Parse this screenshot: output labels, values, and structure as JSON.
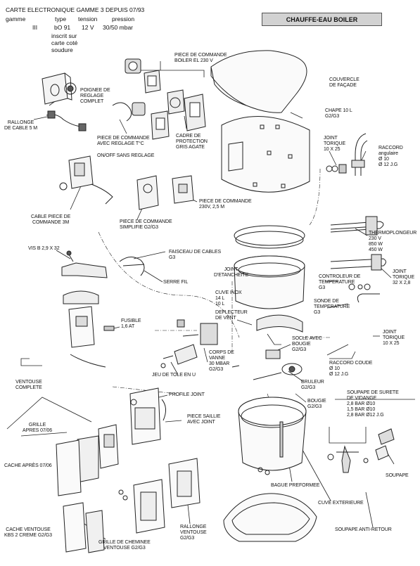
{
  "header": {
    "line1": "CARTE ELECTRONIQUE GAMME 3 DEPUIS 07/93",
    "columns": [
      "gamme",
      "type",
      "tension",
      "pression"
    ],
    "values": [
      "III",
      "bO 91",
      "12 V",
      "30/50 mbar"
    ],
    "note": "inscrit sur\ncarte coté\nsoudure"
  },
  "title": "CHAUFFE-EAU BOILER",
  "labels": {
    "poignee": "POIGNEE DE\nREGLAGE\nCOMPLET",
    "rallonge_cable": "RALLONGE\nDE CABLE 5 M",
    "piece_commande_boiler": "PIECE DE COMMANDE\nBOILER EL 230 V",
    "couvercle": "COUVERCLE\nDE FAÇADE",
    "chape": "CHAPE 10 L\nG2/G3",
    "piece_commande_reglage": "PIECE DE COMMANDE\nAVEC REGLAGE T°C",
    "cadre": "CADRE DE\nPROTECTION\nGRIS AGATE",
    "onoff": "ON/OFF SANS REGLAGE",
    "joint_torique_1": "JOINT\nTORIQUE\n10 X 25",
    "raccord_angulaire": "RACCORD\nangulaire\nØ 10\nØ 12 J.G",
    "cable_piece": "CABLE PIECE DE\nCOMMANDE 3M",
    "piece_commande_simplifie": "PIECE DE COMMANDE\nSIMPLIFIE G2/G3",
    "piece_commande_230": "PIECE DE COMMANDE\n230V, 2,5 M",
    "thermoplongeur": "THERMOPLONGEUR\n230 V\n850 W\n450 W",
    "vis": "VIS B 2,9 X 32",
    "faisceau": "FAISCEAU DE CABLES\nG3",
    "serre_fil": "SERRE FIL",
    "joint_etancheite": "JOINT\nD'ETANCHEITE",
    "controleur": "CONTROLEUR DE\nTEMPERATURE\nG3",
    "joint_torique_2": "JOINT\nTORIQUE\n32 X 2,8",
    "cuve_inox": "CUVE INOX\n14 L\n10 L",
    "sonde": "SONDE DE\nTEMPERATURE\nG3",
    "fusible": "FUSIBLE\n1,6 AT",
    "deflecteur": "DEFLECTEUR\nDE VENT",
    "joint_torique_3": "JOINT\nTORIQUE\n10 X 25",
    "socle": "SOCLE AVEC\nBOUGIE\nG2/G3",
    "corps_vanne": "CORPS DE\nVANNE\n30 MBAR\nG2/G3",
    "jeu_tole": "JEU DE TOLE EN U",
    "raccord_coude": "RACCORD COUDE\nØ 10\nØ 12 J.G",
    "bruleur": "BRULEUR\nG2/G3",
    "ventouse_complete": "VENTOUSE\nCOMPLETE",
    "profile_joint": "PROFILE JOINT",
    "bougie": "BOUGIE\nG2/G3",
    "soupape_surete": "SOUPAPE DE SURETE\nDE VIDANGE\n2,8 BAR Ø10\n1,5 BAR Ø10\n2,8 BAR Ø12 J.G",
    "grille": "GRILLE\nAPRES 07/06",
    "piece_saillie": "PIECE SAILLIE\nAVEC JOINT",
    "cache_apres": "CACHE APRÈS 07/06",
    "soupape": "SOUPAPE",
    "bague": "BAGUE PREFORMEE",
    "cuve_exterieure": "CUVE EXTERIEURE",
    "rallonge_ventouse": "RALLONGE\nVENTOUSE\nG2/G3",
    "cache_ventouse": "CACHE VENTOUSE\nKBS 2 CREME G2/G3",
    "grille_cheminee": "GRILLE DE CHEMINEE\nVENTOUSE G2/G3",
    "soupape_anti_retour": "SOUPAPE ANTI-RETOUR"
  }
}
